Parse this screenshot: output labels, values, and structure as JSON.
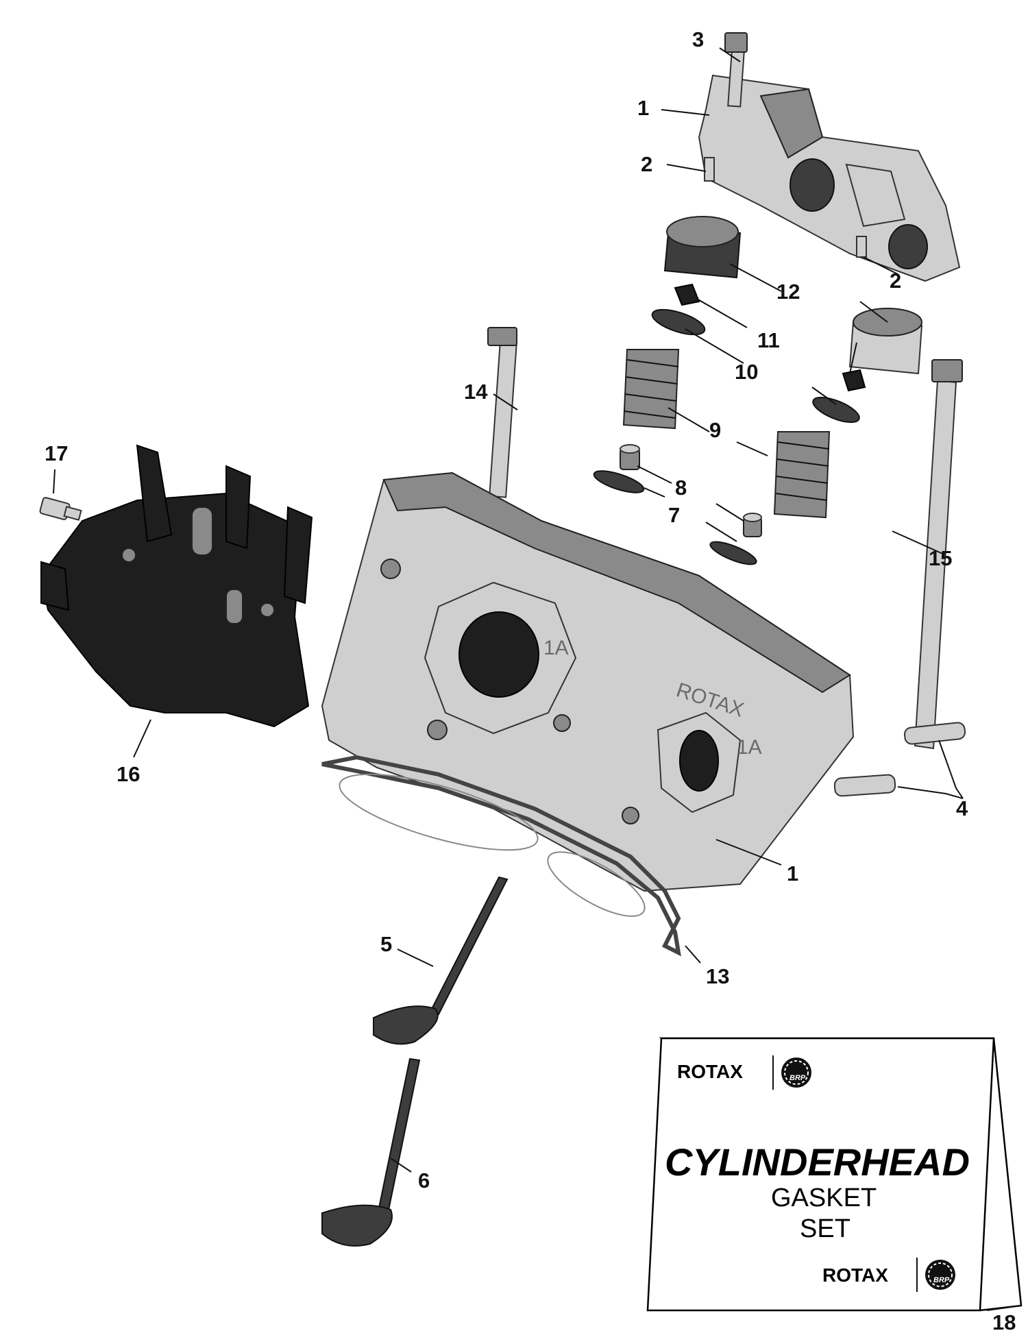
{
  "callouts": [
    {
      "id": "c3",
      "label": "3"
    },
    {
      "id": "c1a",
      "label": "1"
    },
    {
      "id": "c2a",
      "label": "2"
    },
    {
      "id": "c2b",
      "label": "2"
    },
    {
      "id": "c12",
      "label": "12"
    },
    {
      "id": "c11",
      "label": "11"
    },
    {
      "id": "c10",
      "label": "10"
    },
    {
      "id": "c14",
      "label": "14"
    },
    {
      "id": "c9",
      "label": "9"
    },
    {
      "id": "c17",
      "label": "17"
    },
    {
      "id": "c8",
      "label": "8"
    },
    {
      "id": "c7",
      "label": "7"
    },
    {
      "id": "c15",
      "label": "15"
    },
    {
      "id": "c16",
      "label": "16"
    },
    {
      "id": "c4",
      "label": "4"
    },
    {
      "id": "c1b",
      "label": "1"
    },
    {
      "id": "c5",
      "label": "5"
    },
    {
      "id": "c13",
      "label": "13"
    },
    {
      "id": "c6",
      "label": "6"
    },
    {
      "id": "c18",
      "label": "18"
    }
  ],
  "embossed": {
    "head_brand": "ROTAX",
    "port_mark_a": "1A",
    "port_mark_b": "1A"
  },
  "gasket_kit": {
    "brand_top": "ROTAX",
    "brand_bottom": "ROTAX",
    "badge": "BRP",
    "title": "CYLINDERHEAD",
    "line2": "GASKET",
    "line3": "SET"
  }
}
